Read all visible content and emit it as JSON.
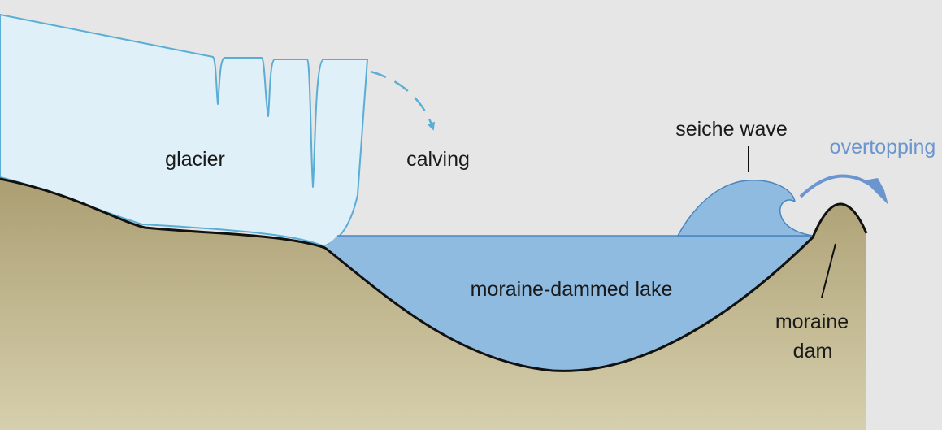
{
  "labels": {
    "glacier": "glacier",
    "calving": "calving",
    "seiche_wave": "seiche wave",
    "overtopping": "overtopping",
    "lake": "moraine-dammed lake",
    "moraine_line1": "moraine",
    "moraine_line2": "dam"
  },
  "colors": {
    "background": "#e6e6e6",
    "ice_fill": "#dff0f8",
    "ice_stroke": "#5aaed6",
    "lake_fill": "#8fbbe0",
    "lake_stroke": "#4a86c0",
    "ground_top": "#ab9e72",
    "ground_bottom": "#d6cfad",
    "overtopping_arrow": "#6b95cf",
    "calving_arrow": "#5aaed6"
  }
}
